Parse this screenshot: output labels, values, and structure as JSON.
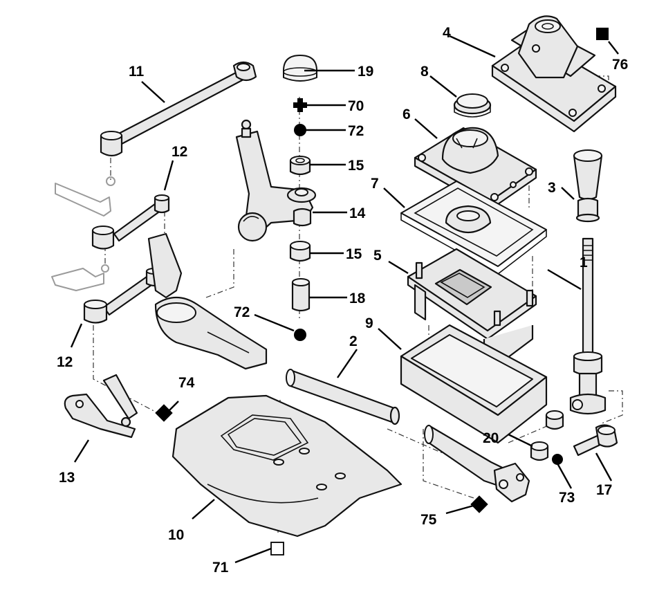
{
  "diagram": {
    "background": "#ffffff",
    "ink": "#000000",
    "fill_color": "#e8e8e8",
    "callouts": [
      {
        "id": "c1",
        "text": "1"
      },
      {
        "id": "c2",
        "text": "2"
      },
      {
        "id": "c3",
        "text": "3"
      },
      {
        "id": "c4",
        "text": "4"
      },
      {
        "id": "c5",
        "text": "5"
      },
      {
        "id": "c6",
        "text": "6"
      },
      {
        "id": "c7",
        "text": "7"
      },
      {
        "id": "c8",
        "text": "8"
      },
      {
        "id": "c9",
        "text": "9"
      },
      {
        "id": "c10",
        "text": "10"
      },
      {
        "id": "c11",
        "text": "11"
      },
      {
        "id": "c12a",
        "text": "12"
      },
      {
        "id": "c12b",
        "text": "12"
      },
      {
        "id": "c13",
        "text": "13"
      },
      {
        "id": "c14",
        "text": "14"
      },
      {
        "id": "c15a",
        "text": "15"
      },
      {
        "id": "c15b",
        "text": "15"
      },
      {
        "id": "c17",
        "text": "17"
      },
      {
        "id": "c18",
        "text": "18"
      },
      {
        "id": "c19",
        "text": "19"
      },
      {
        "id": "c20",
        "text": "20"
      },
      {
        "id": "c70",
        "text": "70"
      },
      {
        "id": "c71",
        "text": "71"
      },
      {
        "id": "c72a",
        "text": "72"
      },
      {
        "id": "c72b",
        "text": "72"
      },
      {
        "id": "c73",
        "text": "73"
      },
      {
        "id": "c74",
        "text": "74"
      },
      {
        "id": "c75",
        "text": "75"
      },
      {
        "id": "c76",
        "text": "76"
      }
    ],
    "symbols": {
      "filled_square": "filled-square-symbol",
      "open_square": "open-square-symbol",
      "filled_circle": "filled-circle-symbol",
      "plus": "plus-symbol"
    }
  }
}
